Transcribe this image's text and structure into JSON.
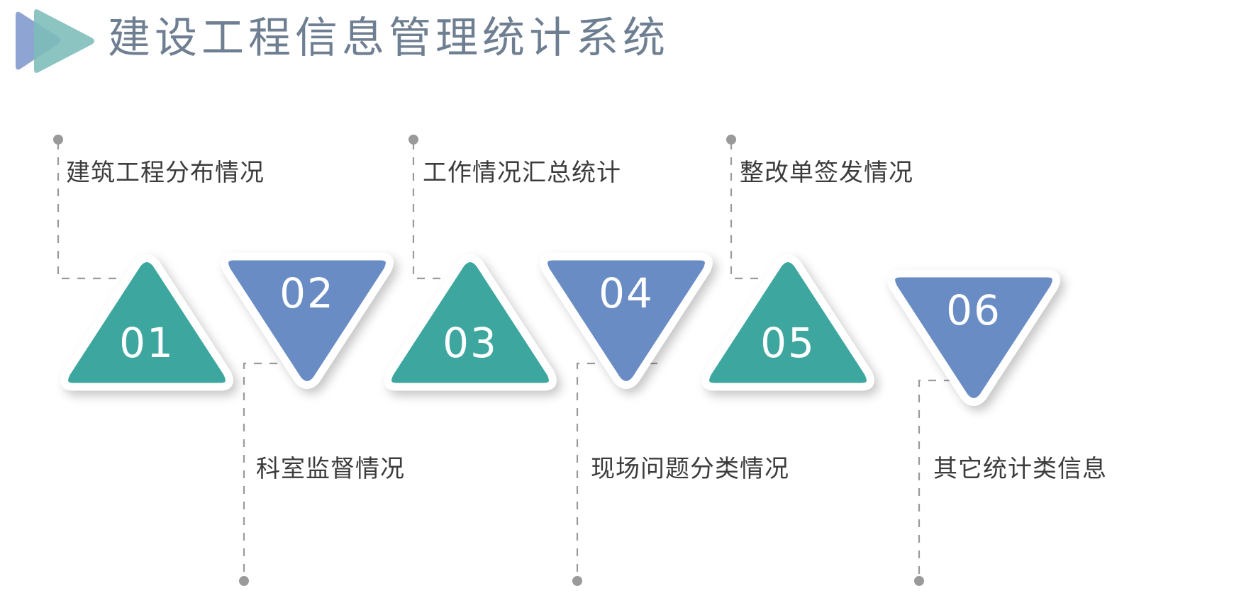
{
  "header": {
    "title": "建设工程信息管理统计系统",
    "logo_name": "play-triangles-logo",
    "title_color": "#6f7f92",
    "logo_colors": {
      "blue": "#8ea4d2",
      "teal": "#7cbcb8"
    }
  },
  "theme": {
    "teal": "#3da79f",
    "blue": "#6b8cc4",
    "outline": "#ffffff",
    "connector": "#9a9a9a",
    "dot": "#9a9a9a",
    "label_text": "#3c3c3c",
    "number_text": "#ffffff"
  },
  "steps": [
    {
      "number": "01",
      "label": "建筑工程分布情况",
      "color": "teal",
      "direction": "up",
      "label_position": "top"
    },
    {
      "number": "02",
      "label": "科室监督情况",
      "color": "blue",
      "direction": "down",
      "label_position": "bottom"
    },
    {
      "number": "03",
      "label": "工作情况汇总统计",
      "color": "teal",
      "direction": "up",
      "label_position": "top"
    },
    {
      "number": "04",
      "label": "现场问题分类情况",
      "color": "blue",
      "direction": "down",
      "label_position": "bottom"
    },
    {
      "number": "05",
      "label": "整改单签发情况",
      "color": "teal",
      "direction": "up",
      "label_position": "top"
    },
    {
      "number": "06",
      "label": "其它统计类信息",
      "color": "blue",
      "direction": "down",
      "label_position": "bottom"
    }
  ]
}
